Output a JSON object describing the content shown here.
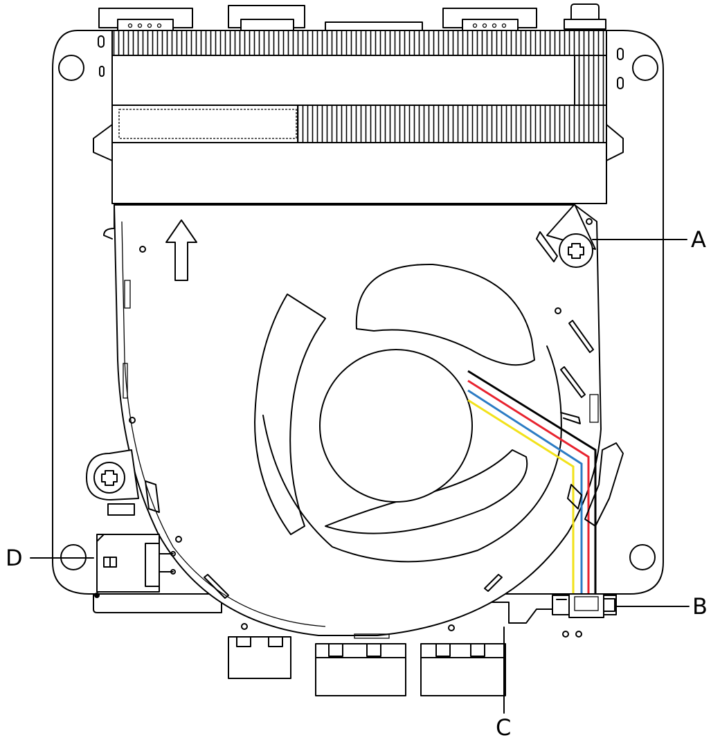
{
  "callouts": {
    "a": "A",
    "b": "B",
    "c": "C",
    "d": "D"
  },
  "cable_colors": {
    "black": "#000000",
    "red": "#e8232f",
    "blue": "#2c7cc4",
    "yellow": "#f2e21a"
  }
}
